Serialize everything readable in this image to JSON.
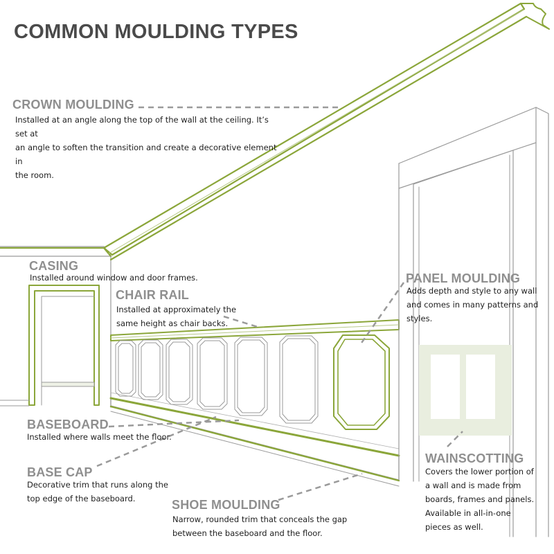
{
  "title": "COMMON MOULDING TYPES",
  "colors": {
    "accent": "#8ba63a",
    "line": "#9a9a9a",
    "label": "#8f8f8f",
    "title": "#4a4a4a",
    "text": "#1e1e1e",
    "wainscot_fill": "#e9eedf",
    "door_fill": "#eef1e6"
  },
  "callouts": {
    "crown": {
      "label": "CROWN MOULDING",
      "desc": [
        "Installed at an angle along the top of the wall at the ceiling.  It’s set at",
        "an angle to soften the transition and create a decorative element in",
        "the room."
      ]
    },
    "casing": {
      "label": "CASING",
      "desc": [
        "Installed around window and door frames."
      ]
    },
    "chair": {
      "label": "CHAIR RAIL",
      "desc": [
        "Installed at approximately the",
        "same height as chair backs."
      ]
    },
    "panel": {
      "label": "PANEL MOULDING",
      "desc": [
        "Adds depth and style to any wall",
        "and comes in many patterns and styles."
      ]
    },
    "baseboard": {
      "label": "BASEBOARD",
      "desc": [
        "Installed where walls meet the floor."
      ]
    },
    "basecap": {
      "label": "BASE CAP",
      "desc": [
        "Decorative trim that runs along the",
        "top edge of the baseboard."
      ]
    },
    "wainscot": {
      "label": "WAINSCOTTING",
      "desc": [
        "Covers the lower portion of",
        "a wall and is made from",
        "boards, frames and panels.",
        "Available in all-in-one",
        "pieces as well."
      ]
    },
    "shoe": {
      "label": "SHOE MOULDING",
      "desc": [
        "Narrow, rounded trim that conceals the gap",
        "between the baseboard and the floor."
      ]
    }
  }
}
